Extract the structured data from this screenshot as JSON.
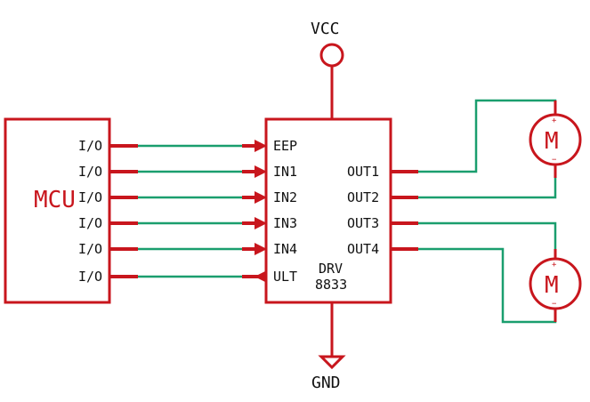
{
  "colors": {
    "component": "#c8161d",
    "wire": "#1a9e6e",
    "text": "#111111",
    "background": "#ffffff"
  },
  "mcu": {
    "label": "MCU",
    "pins": [
      "I/O",
      "I/O",
      "I/O",
      "I/O",
      "I/O",
      "I/O"
    ]
  },
  "driver": {
    "name_line1": "DRV",
    "name_line2": "8833",
    "inputs": [
      "EEP",
      "IN1",
      "IN2",
      "IN3",
      "IN4",
      "ULT"
    ],
    "outputs": [
      "OUT1",
      "OUT2",
      "OUT3",
      "OUT4"
    ]
  },
  "power": {
    "vcc": "VCC",
    "gnd": "GND"
  },
  "motors": [
    {
      "label": "M",
      "plus": "+",
      "minus": "−"
    },
    {
      "label": "M",
      "plus": "+",
      "minus": "−"
    }
  ]
}
